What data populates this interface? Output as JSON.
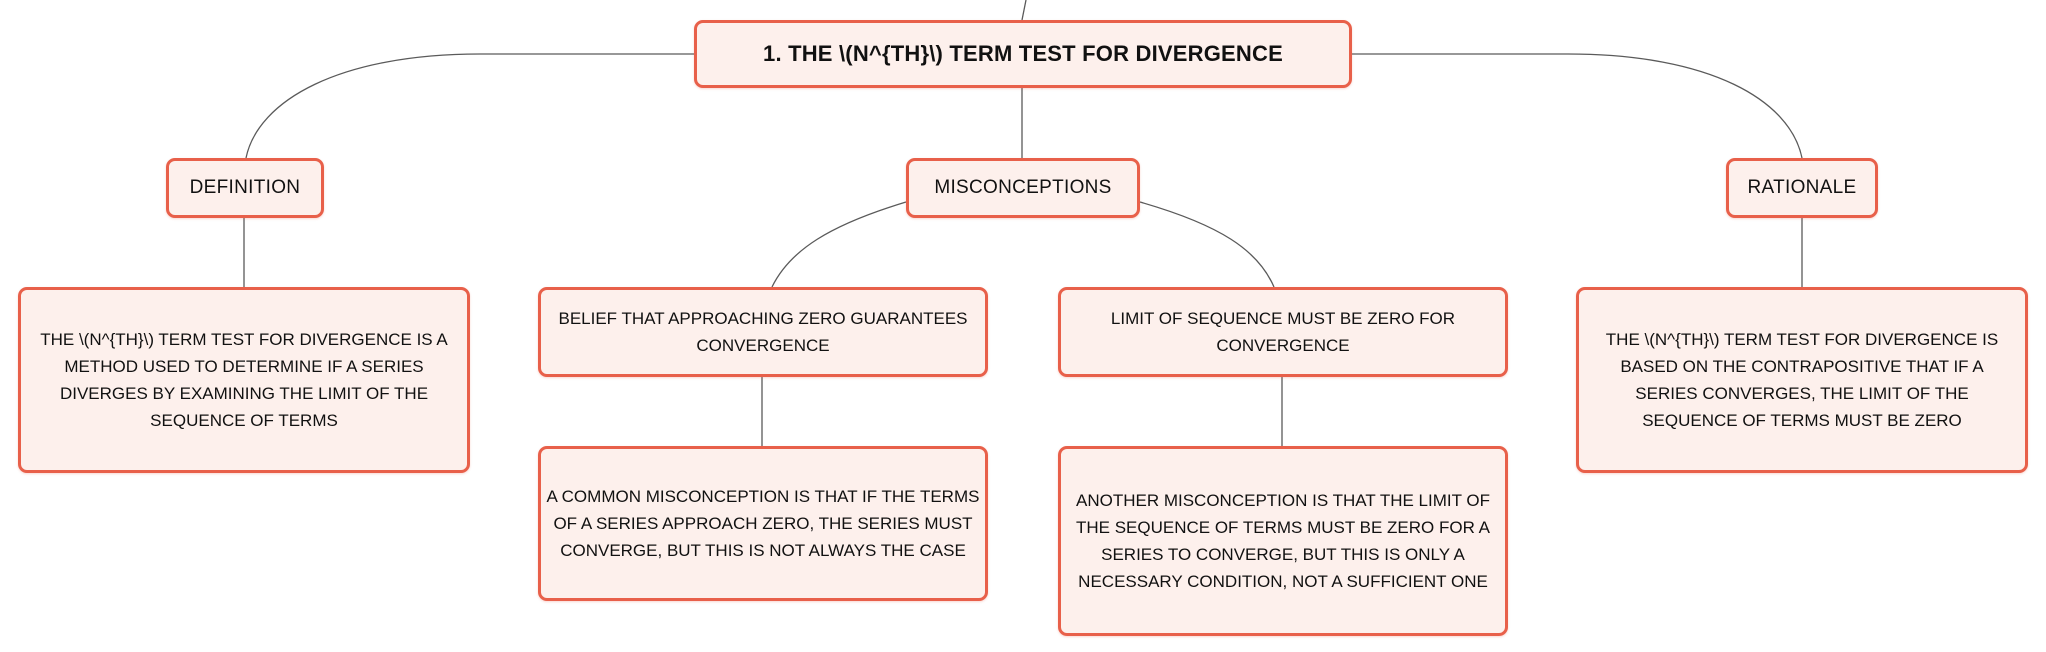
{
  "diagram": {
    "root": {
      "label": "1. THE \\(N^{TH}\\) TERM TEST FOR DIVERGENCE"
    },
    "definition": {
      "label": "DEFINITION",
      "detail": "THE \\(N^{TH}\\) TERM TEST FOR DIVERGENCE IS A METHOD USED TO DETERMINE IF A SERIES DIVERGES BY EXAMINING THE LIMIT OF THE SEQUENCE OF TERMS"
    },
    "misconceptions": {
      "label": "MISCONCEPTIONS",
      "items": [
        {
          "label": "BELIEF THAT APPROACHING ZERO GUARANTEES CONVERGENCE",
          "detail": "A COMMON MISCONCEPTION IS THAT IF THE TERMS OF A SERIES APPROACH ZERO, THE SERIES MUST CONVERGE, BUT THIS IS NOT ALWAYS THE CASE"
        },
        {
          "label": "LIMIT OF SEQUENCE MUST BE ZERO FOR CONVERGENCE",
          "detail": "ANOTHER MISCONCEPTION IS THAT THE LIMIT OF THE SEQUENCE OF TERMS MUST BE ZERO FOR A SERIES TO CONVERGE, BUT THIS IS ONLY A NECESSARY CONDITION, NOT A SUFFICIENT ONE"
        }
      ]
    },
    "rationale": {
      "label": "RATIONALE",
      "detail": "THE \\(N^{TH}\\) TERM TEST FOR DIVERGENCE IS BASED ON THE CONTRAPOSITIVE THAT IF A SERIES CONVERGES, THE LIMIT OF THE SEQUENCE OF TERMS MUST BE ZERO"
    }
  },
  "colors": {
    "node_border": "#e8604a",
    "node_fill": "#fdf0ec",
    "connector": "#5a5a5a",
    "text": "#111111"
  }
}
